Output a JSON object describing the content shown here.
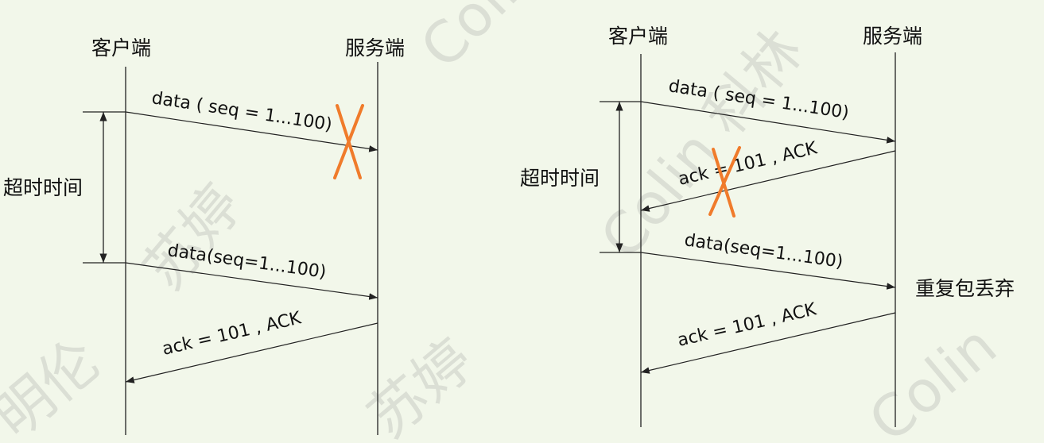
{
  "colors": {
    "background": "#f2f7ea",
    "line": "#222222",
    "cross": "#f07b2b",
    "watermark": "#c9cdc4"
  },
  "watermarks": [
    "Colin 科林",
    "苏婷",
    "明伦",
    "苏婷",
    "Colin 科林",
    "Colin"
  ],
  "left": {
    "client_label": "客户端",
    "server_label": "服务端",
    "timeout_label": "超时时间",
    "msg_data_lost": "data ( seq = 1...100)",
    "msg_data_retransmit": "data(seq=1...100)",
    "msg_ack": "ack = 101 , ACK"
  },
  "right": {
    "client_label": "客户端",
    "server_label": "服务端",
    "timeout_label": "超时时间",
    "msg_data": "data ( seq = 1...100)",
    "msg_ack_lost": "ack = 101 , ACK",
    "msg_data_retransmit": "data(seq=1...100)",
    "duplicate_note": "重复包丢弃",
    "msg_ack_final": "ack = 101 , ACK"
  }
}
